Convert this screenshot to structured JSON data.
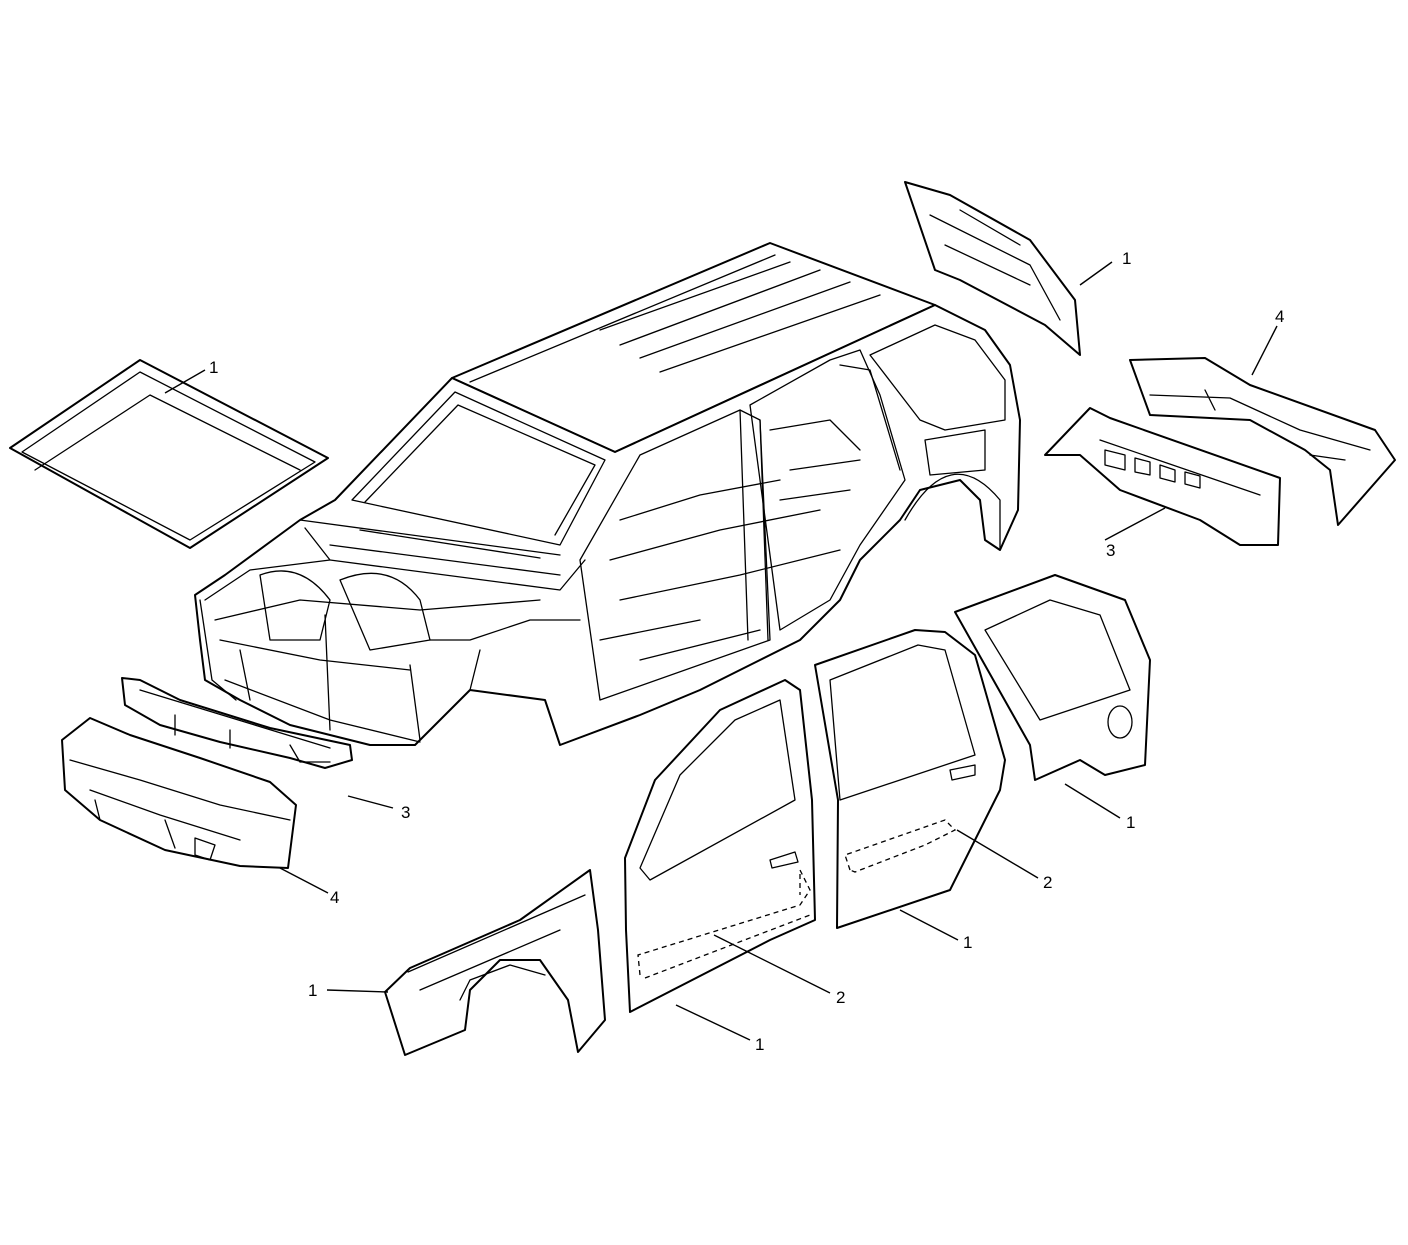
{
  "callouts": {
    "hood": "1",
    "liftgate": "1",
    "rear_bumper_fascia": "4",
    "rear_bumper_bar": "3",
    "front_bumper_bar": "3",
    "front_bumper_fascia": "4",
    "quarter_panel": "1",
    "rear_door_beam": "2",
    "rear_door": "1",
    "front_door_beam": "2",
    "front_door": "1",
    "fender": "1"
  }
}
